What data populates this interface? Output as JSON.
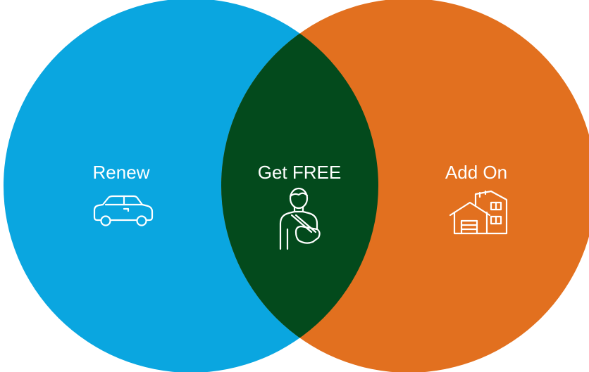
{
  "diagram": {
    "type": "venn",
    "sets": [
      {
        "label": "Renew",
        "icon": "car-icon",
        "color": "#0aa6e0"
      },
      {
        "label": "Add On",
        "icon": "house-icon",
        "color": "#e2701f"
      }
    ],
    "intersection": {
      "label": "Get FREE",
      "icon": "injured-person-icon",
      "color": "#034a1c"
    }
  }
}
